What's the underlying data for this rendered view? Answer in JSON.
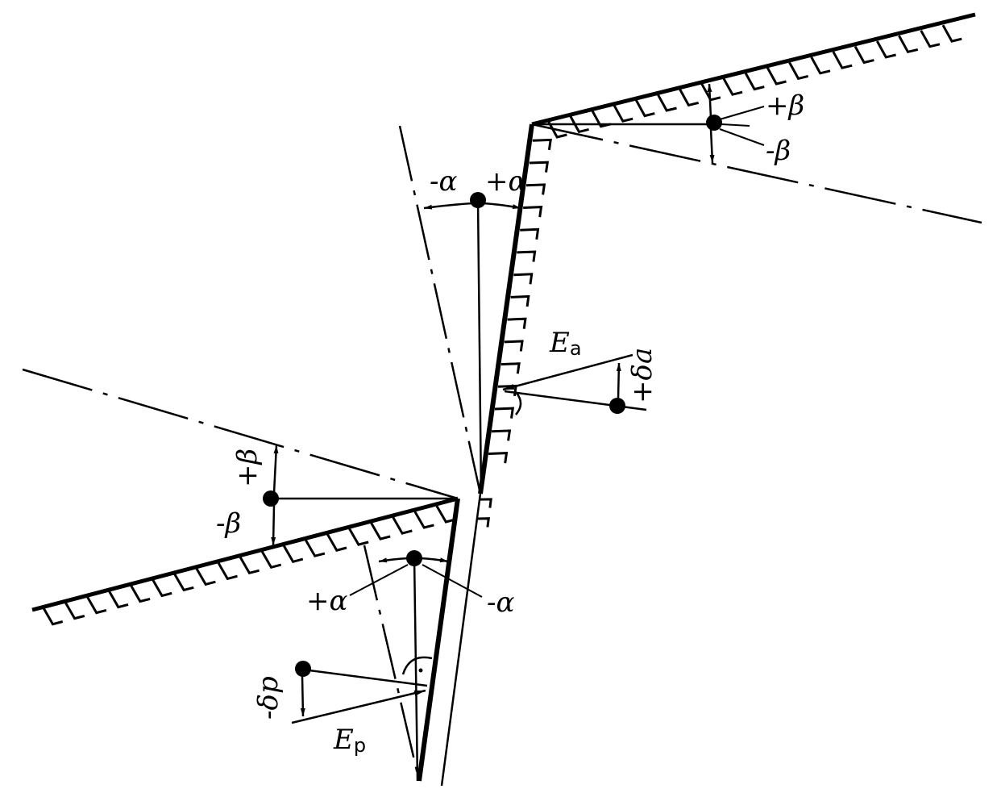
{
  "labels": {
    "minus_alpha_top": "-α",
    "plus_alpha_top": "+α",
    "plus_beta_right": "+β",
    "minus_beta_right": "-β",
    "plus_beta_left": "+β",
    "minus_beta_left": "-β",
    "plus_alpha_bottom": "+α",
    "minus_alpha_bottom": "-α",
    "ea_main": "E",
    "ea_sub": "a",
    "delta_a": "+δa",
    "ep_main": "E",
    "ep_sub": "p",
    "delta_p": "-δp"
  }
}
